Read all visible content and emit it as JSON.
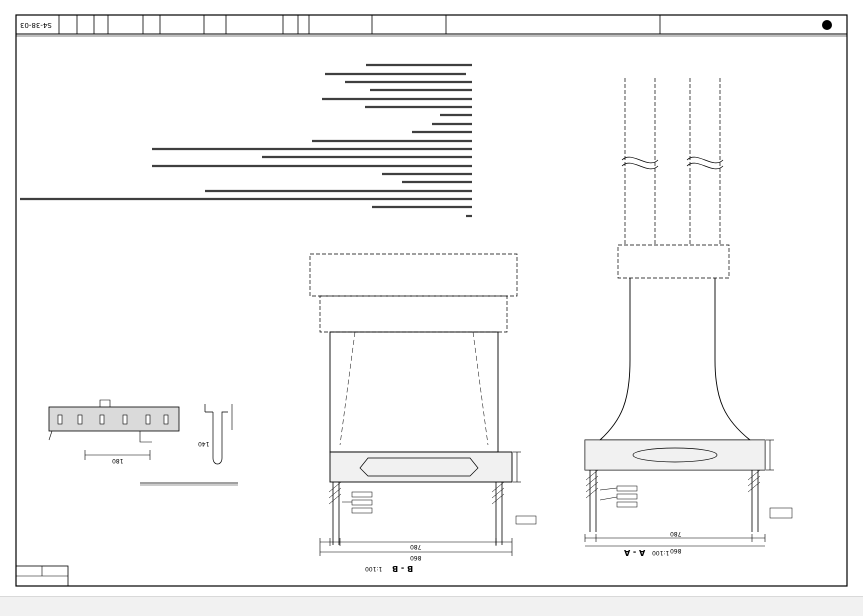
{
  "title_block": {
    "sheet_code": "S4-38-03",
    "project_name": "",
    "drawing_name": "",
    "firm_name": "",
    "labels": [
      "",
      "",
      "",
      "",
      "",
      "",
      "",
      "",
      "",
      "",
      ""
    ]
  },
  "drawing": {
    "section_a_label": "A - A",
    "section_a_scale": "1:100",
    "section_b_label": "B - B",
    "section_b_scale": "1:100",
    "dim_a_main": "780",
    "dim_a_total": "860",
    "dim_b_main": "780",
    "dim_b_total": "860",
    "dim_left_small": "180",
    "dim_left_mid": "140",
    "dim_left_side": "",
    "dim_side_b": "",
    "dim_side_a": "",
    "elev_label_b": "",
    "elev_label_a": "",
    "note_label": "",
    "steel_label_a": "",
    "steel_label_b": "",
    "side_view_title": "",
    "notes_lines": [
      "",
      "",
      "",
      "",
      "",
      "",
      "",
      "",
      "",
      "",
      "",
      "",
      "",
      "",
      "",
      "",
      "",
      "",
      ""
    ],
    "bottom_stamp": ""
  }
}
